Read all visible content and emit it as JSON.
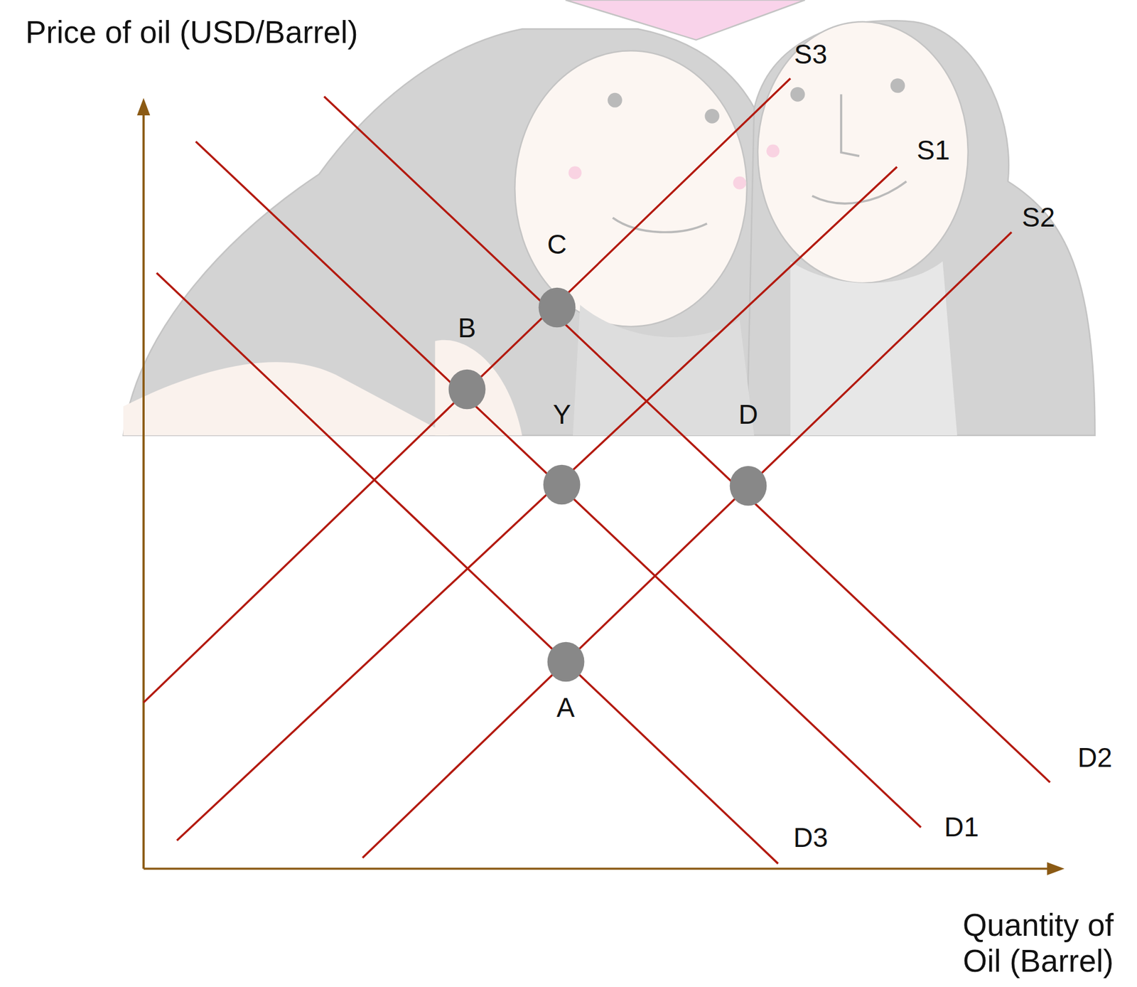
{
  "diagram": {
    "nodes": [
      {
        "text": [
          "C"
        ]
      },
      {
        "text": [
          "B"
        ]
      },
      {
        "text": [
          "Y"
        ]
      },
      {
        "text": [
          "D"
        ]
      },
      {
        "text": [
          "A"
        ]
      }
    ],
    "labels": [
      "Price of oil (USD/Barrel)",
      "S3",
      "S1",
      "S2",
      "D2",
      "D1",
      "D3",
      "Quantity of Oil (Barrel)"
    ]
  }
}
